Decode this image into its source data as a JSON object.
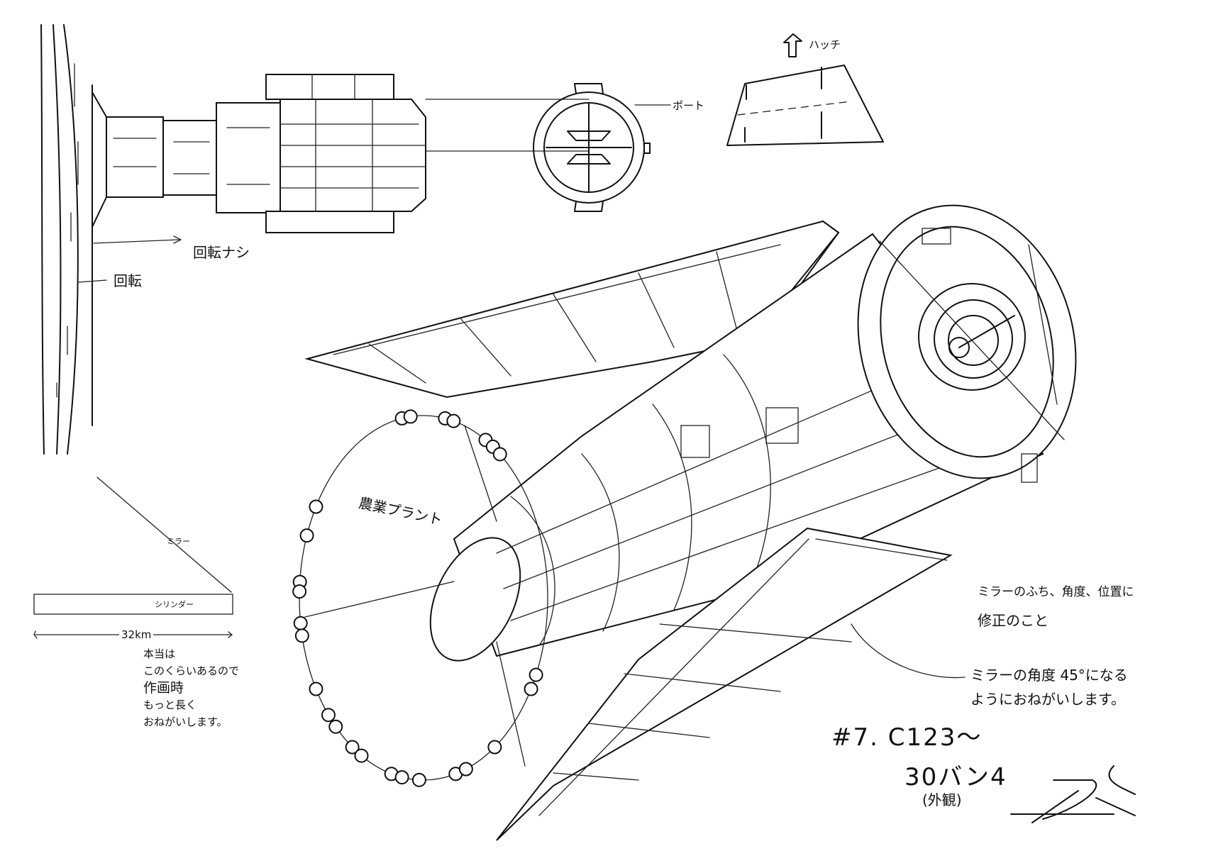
{
  "labels": {
    "rotation_none": "回転ナシ",
    "rotation": "回転",
    "hatch": "ハッチ",
    "port": "ポート",
    "agri_plant": "農業プラント",
    "mirror": "ミラー",
    "cylinder": "シリンダー",
    "length": "32km"
  },
  "notes": {
    "length_note": [
      "本当は",
      "このくらいあるので",
      "作画時",
      "もっと長く",
      "おねがいします。"
    ],
    "mirror_fix": [
      "ミラーのふち、角度、位置に",
      "修正のこと"
    ],
    "mirror_angle": [
      "ミラーの角度 45°になる",
      "ようにおねがいします。"
    ]
  },
  "slate": {
    "cut": "#7. C123～",
    "bg": "30バン4",
    "type": "(外観)"
  },
  "signature": "signature"
}
